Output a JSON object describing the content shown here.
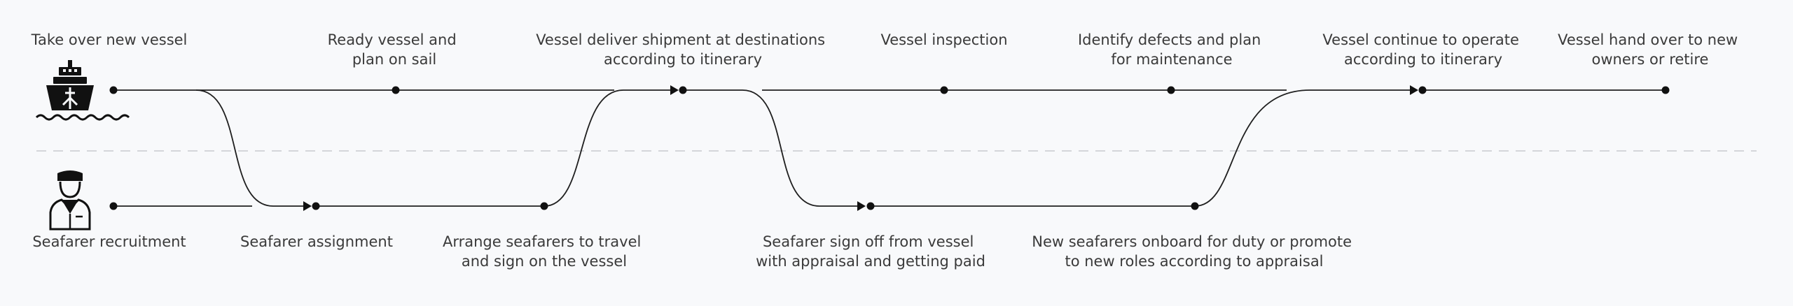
{
  "vessel_track": {
    "icon": "ship-icon",
    "labels": [
      [
        "Take over new vessel"
      ],
      [
        "Ready vessel and",
        "plan on sail"
      ],
      [
        "Vessel deliver shipment at destinations",
        "according to itinerary"
      ],
      [
        "Vessel inspection"
      ],
      [
        "Identify defects and plan",
        "for maintenance"
      ],
      [
        "Vessel continue to operate",
        "according to itinerary"
      ],
      [
        "Vessel hand over to new",
        "owners or retire"
      ]
    ]
  },
  "seafarer_track": {
    "icon": "sailor-icon",
    "labels": [
      [
        "Seafarer recruitment"
      ],
      [
        "Seafarer assignment"
      ],
      [
        "Arrange seafarers to travel",
        "and sign on the vessel"
      ],
      [
        "Seafarer sign off from vessel",
        "with appraisal and getting paid"
      ],
      [
        "New seafarers onboard for duty or promote",
        "to new roles according to appraisal"
      ]
    ]
  },
  "colors": {
    "line": "#1f1f1f",
    "node": "#111111",
    "divider": "#d4d6da",
    "text": "#3a3a3a",
    "background": "#f8f9fb"
  }
}
